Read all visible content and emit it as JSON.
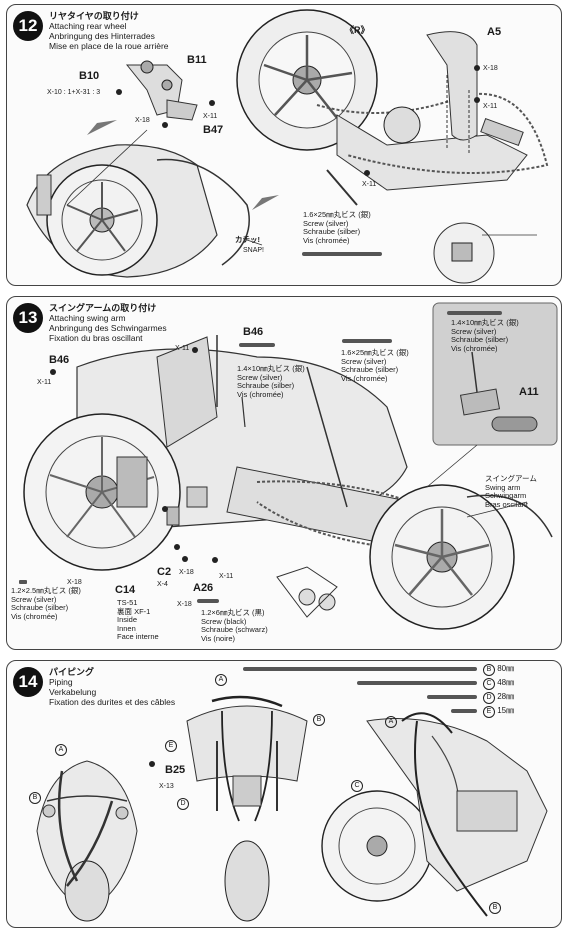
{
  "step12": {
    "number": "12",
    "title_jp": "リヤタイヤの取り付け",
    "title_en": "Attaching rear wheel",
    "title_de": "Anbringung des Hinterrades",
    "title_fr": "Mise en place de la roue arrière",
    "parts": {
      "b10": "B10",
      "b11": "B11",
      "b47": "B47",
      "a5": "A5",
      "r": "《R》",
      "x10": "X-10 : 1+X-31 : 3",
      "x18a": "X-18",
      "x11a": "X-11",
      "x18b": "X-18",
      "x11b": "X-11",
      "x11c": "X-11"
    },
    "snap_jp": "カチッ!",
    "snap_en": "SNAP!",
    "screw": {
      "size": "1.6×25㎜丸ビス (銀)",
      "en": "Screw (silver)",
      "de": "Schraube (silber)",
      "fr": "Vis (chromée)"
    }
  },
  "step13": {
    "number": "13",
    "title_jp": "スイングアームの取り付け",
    "title_en": "Attaching swing arm",
    "title_de": "Anbringung des Schwingarmes",
    "title_fr": "Fixation du bras oscillant",
    "parts": {
      "b46a": "B46",
      "b46b": "B46",
      "x11a": "X-11",
      "x11b": "X-11",
      "x11c": "X-11",
      "a11": "A11",
      "c14": "C14",
      "c2": "C2",
      "a26": "A26",
      "x4": "X-4",
      "x18a": "X-18",
      "x18b": "X-18",
      "x18c": "X-18",
      "ts51": "TS-51",
      "paint_jp": "裏面 XF-1",
      "inside": "Inside",
      "innen": "Innen",
      "face": "Face interne"
    },
    "screw_a": {
      "size": "1.4×10㎜丸ビス (銀)",
      "en": "Screw (silver)",
      "de": "Schraube (silber)",
      "fr": "Vis (chromée)"
    },
    "screw_b": {
      "size": "1.6×25㎜丸ビス (銀)",
      "en": "Screw (silver)",
      "de": "Schraube (silber)",
      "fr": "Vis (chromée)"
    },
    "screw_c": {
      "size": "1.4×10㎜丸ビス (銀)",
      "en": "Screw (silver)",
      "de": "Schraube (silber)",
      "fr": "Vis (chromée)"
    },
    "screw_d": {
      "size": "1.2×2.5㎜丸ビス (銀)",
      "en": "Screw (silver)",
      "de": "Schraube (silber)",
      "fr": "Vis (chromée)"
    },
    "screw_e": {
      "size": "1.2×6㎜丸ビス (黒)",
      "en": "Screw (black)",
      "de": "Schraube (schwarz)",
      "fr": "Vis (noire)"
    },
    "swingarm": {
      "jp": "スイングアーム",
      "en": "Swing arm",
      "de": "Schwingarm",
      "fr": "Bras oscilant"
    }
  },
  "step14": {
    "number": "14",
    "title_jp": "パイピング",
    "title_en": "Piping",
    "title_de": "Verkabelung",
    "title_fr": "Fixation des durites et des câbles",
    "pipes": [
      {
        "letter": "B",
        "length": "80㎜"
      },
      {
        "letter": "C",
        "length": "48㎜"
      },
      {
        "letter": "D",
        "length": "28㎜"
      },
      {
        "letter": "E",
        "length": "15㎜"
      }
    ],
    "labels": {
      "a1": "A",
      "a2": "A",
      "a3": "A",
      "b1": "B",
      "b2": "B",
      "b3": "B",
      "c1": "C",
      "d1": "D",
      "e1": "E",
      "b25": "B25",
      "x13": "X-13"
    }
  }
}
